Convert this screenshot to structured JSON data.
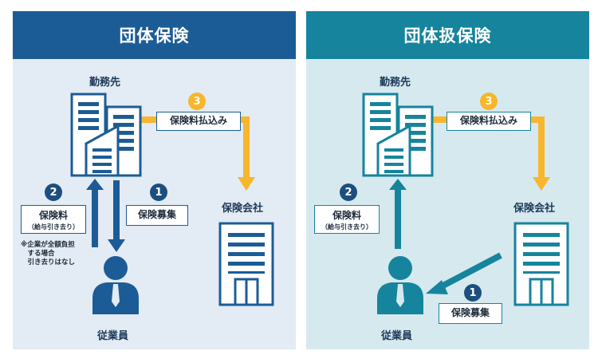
{
  "left": {
    "title": "団体保険",
    "workplace": "勤務先",
    "insurer": "保険会社",
    "employee": "従業員",
    "step1": {
      "num": "1",
      "label": "保険募集"
    },
    "step2": {
      "num": "2",
      "label": "保険料",
      "sub": "（給与引き去り）"
    },
    "step3": {
      "num": "3",
      "label": "保険料払込み"
    },
    "note": [
      "※企業が全額負担",
      "　する場合",
      "　引き去りはなし"
    ]
  },
  "right": {
    "title": "団体扱保険",
    "workplace": "勤務先",
    "insurer": "保険会社",
    "employee": "従業員",
    "step1": {
      "num": "1",
      "label": "保険募集"
    },
    "step2": {
      "num": "2",
      "label": "保険料",
      "sub": "（給与引き去り）"
    },
    "step3": {
      "num": "3",
      "label": "保険料払込み"
    }
  },
  "colors": {
    "left_header": "#1c5c96",
    "right_header": "#16849d",
    "left_bg": "#e3ebf4",
    "right_bg": "#d6e9ee",
    "yellow": "#f7b62b"
  }
}
